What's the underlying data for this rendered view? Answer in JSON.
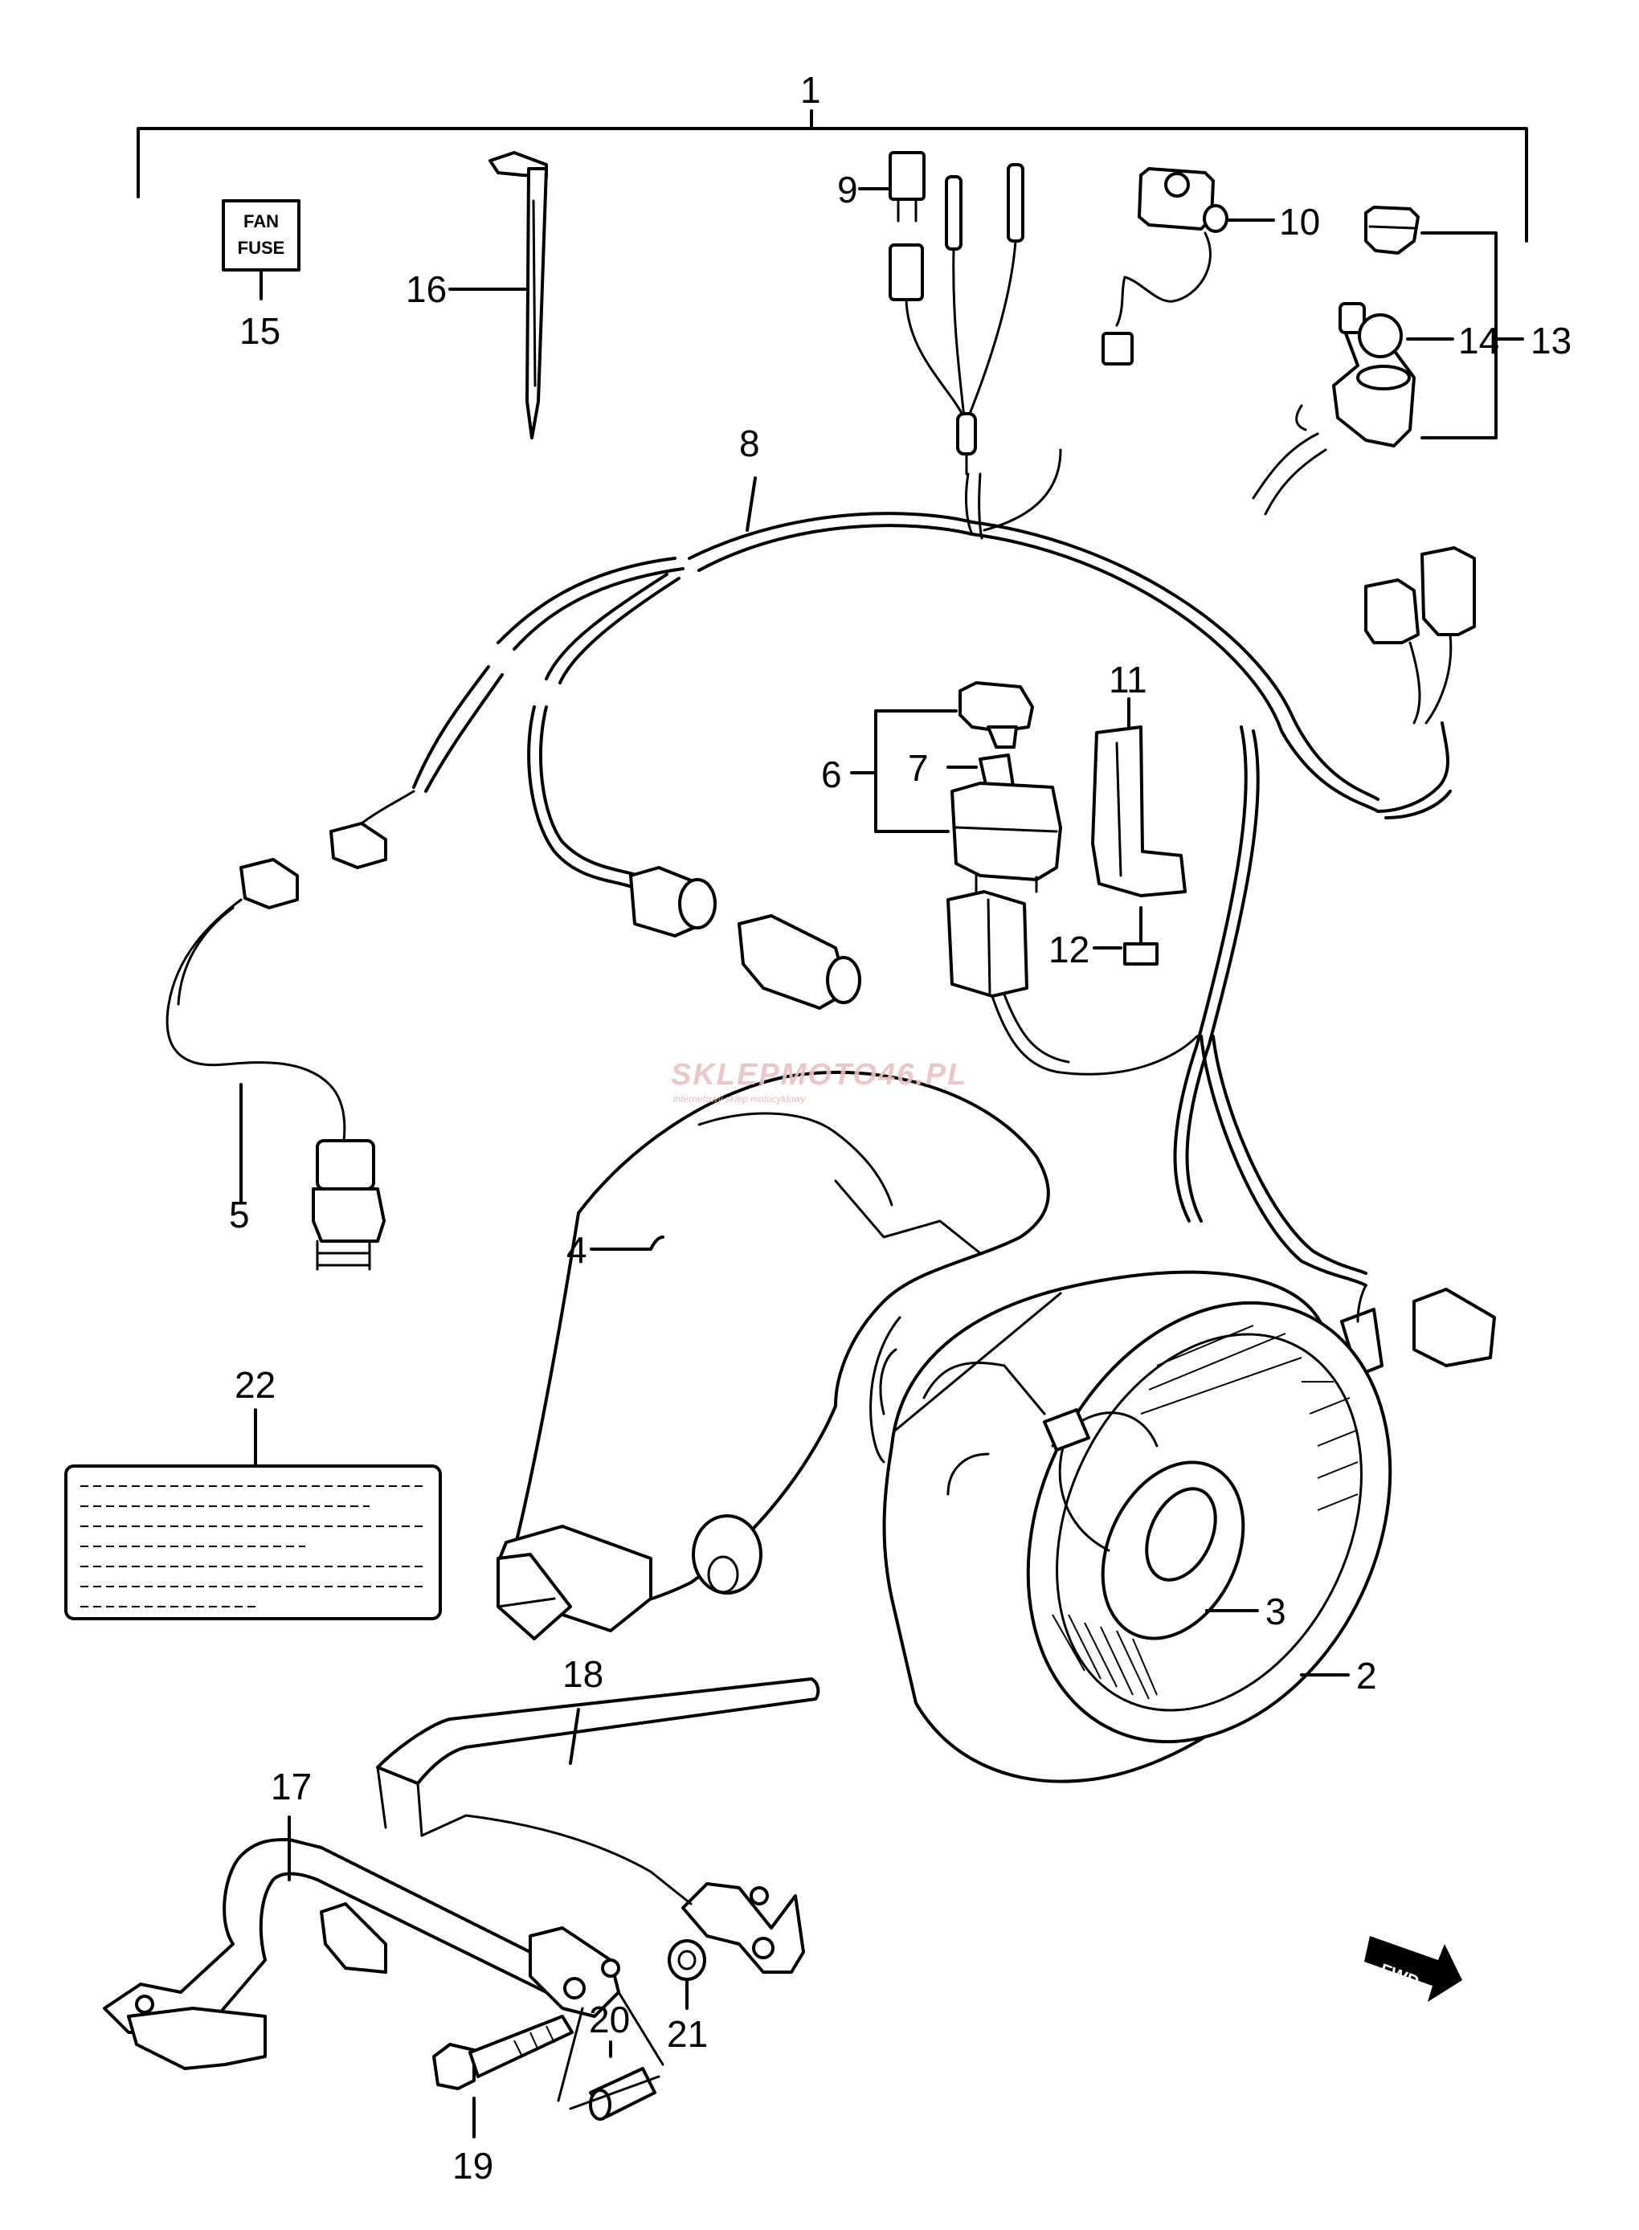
{
  "callouts": {
    "c1": "1",
    "c2": "2",
    "c3": "3",
    "c4": "4",
    "c5": "5",
    "c6": "6",
    "c7": "7",
    "c8": "8",
    "c9": "9",
    "c10": "10",
    "c11": "11",
    "c12": "12",
    "c13": "13",
    "c14": "14",
    "c15": "15",
    "c16": "16",
    "c17": "17",
    "c18": "18",
    "c19": "19",
    "c20": "20",
    "c21": "21",
    "c22": "22"
  },
  "fuse_label": {
    "line1": "FAN",
    "line2": "FUSE"
  },
  "watermark": {
    "brand": "SKLEPMOTO46.PL",
    "tagline": "internetowy sklep motocyklowy"
  },
  "direction_arrow": "FWD",
  "colors": {
    "line": "#000000",
    "background": "#ffffff",
    "watermark": "#e9c3c3"
  }
}
